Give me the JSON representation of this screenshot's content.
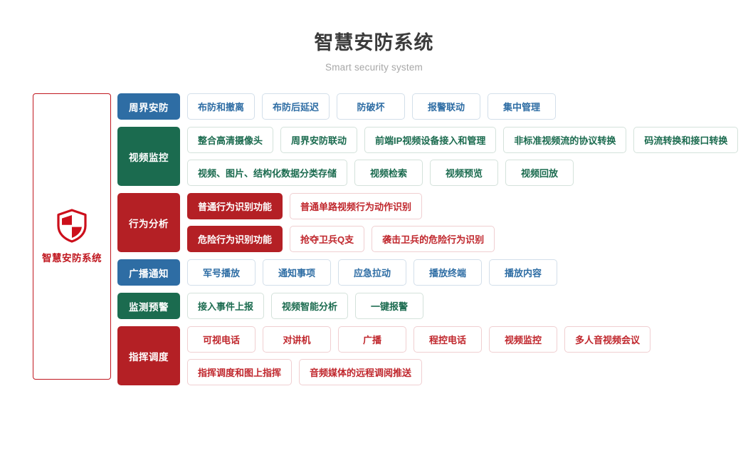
{
  "header": {
    "title": "智慧安防系统",
    "subtitle": "Smart security system"
  },
  "brand_panel": {
    "icon": "shield-icon",
    "label": "智慧安防系统",
    "border_color": "#c0171f",
    "text_color": "#c0171f"
  },
  "colors": {
    "blue": "#2e6da4",
    "green": "#1b6b4f",
    "red": "#b42025",
    "red_text": "#c0272d",
    "title": "#3b3b3b",
    "subtitle": "#a7a7a7"
  },
  "rows": [
    {
      "category": "周界安防",
      "theme": "blue",
      "lines": [
        [
          "布防和撤离",
          "布防后延迟",
          "防破坏",
          "报警联动",
          "集中管理"
        ]
      ]
    },
    {
      "category": "视频监控",
      "theme": "green",
      "lines": [
        [
          "整合高清摄像头",
          "周界安防联动",
          "前端IP视频设备接入和管理",
          "非标准视频流的协议转换",
          "码流转换和接口转换"
        ],
        [
          "视频、图片、结构化数据分类存储",
          "视频检索",
          "视频预览",
          "视频回放"
        ]
      ]
    },
    {
      "category": "行为分析",
      "theme": "red",
      "lines": [
        [
          "普通行为识别功能",
          "普通单路视频行为动作识别"
        ],
        [
          "危险行为识别功能",
          "抢夺卫兵Q支",
          "袭击卫兵的危险行为识别"
        ]
      ],
      "filled_first_of_line": true
    },
    {
      "category": "广播通知",
      "theme": "blue",
      "lines": [
        [
          "军号播放",
          "通知事项",
          "应急拉动",
          "播放终端",
          "播放内容"
        ]
      ]
    },
    {
      "category": "监测预警",
      "theme": "green",
      "lines": [
        [
          "接入事件上报",
          "视频智能分析",
          "一键报警"
        ]
      ]
    },
    {
      "category": "指挥调度",
      "theme": "red",
      "lines": [
        [
          "可视电话",
          "对讲机",
          "广播",
          "程控电话",
          "视频监控",
          "多人音视频会议"
        ],
        [
          "指挥调度和图上指挥",
          "音频媒体的远程调阅推送"
        ]
      ]
    }
  ]
}
